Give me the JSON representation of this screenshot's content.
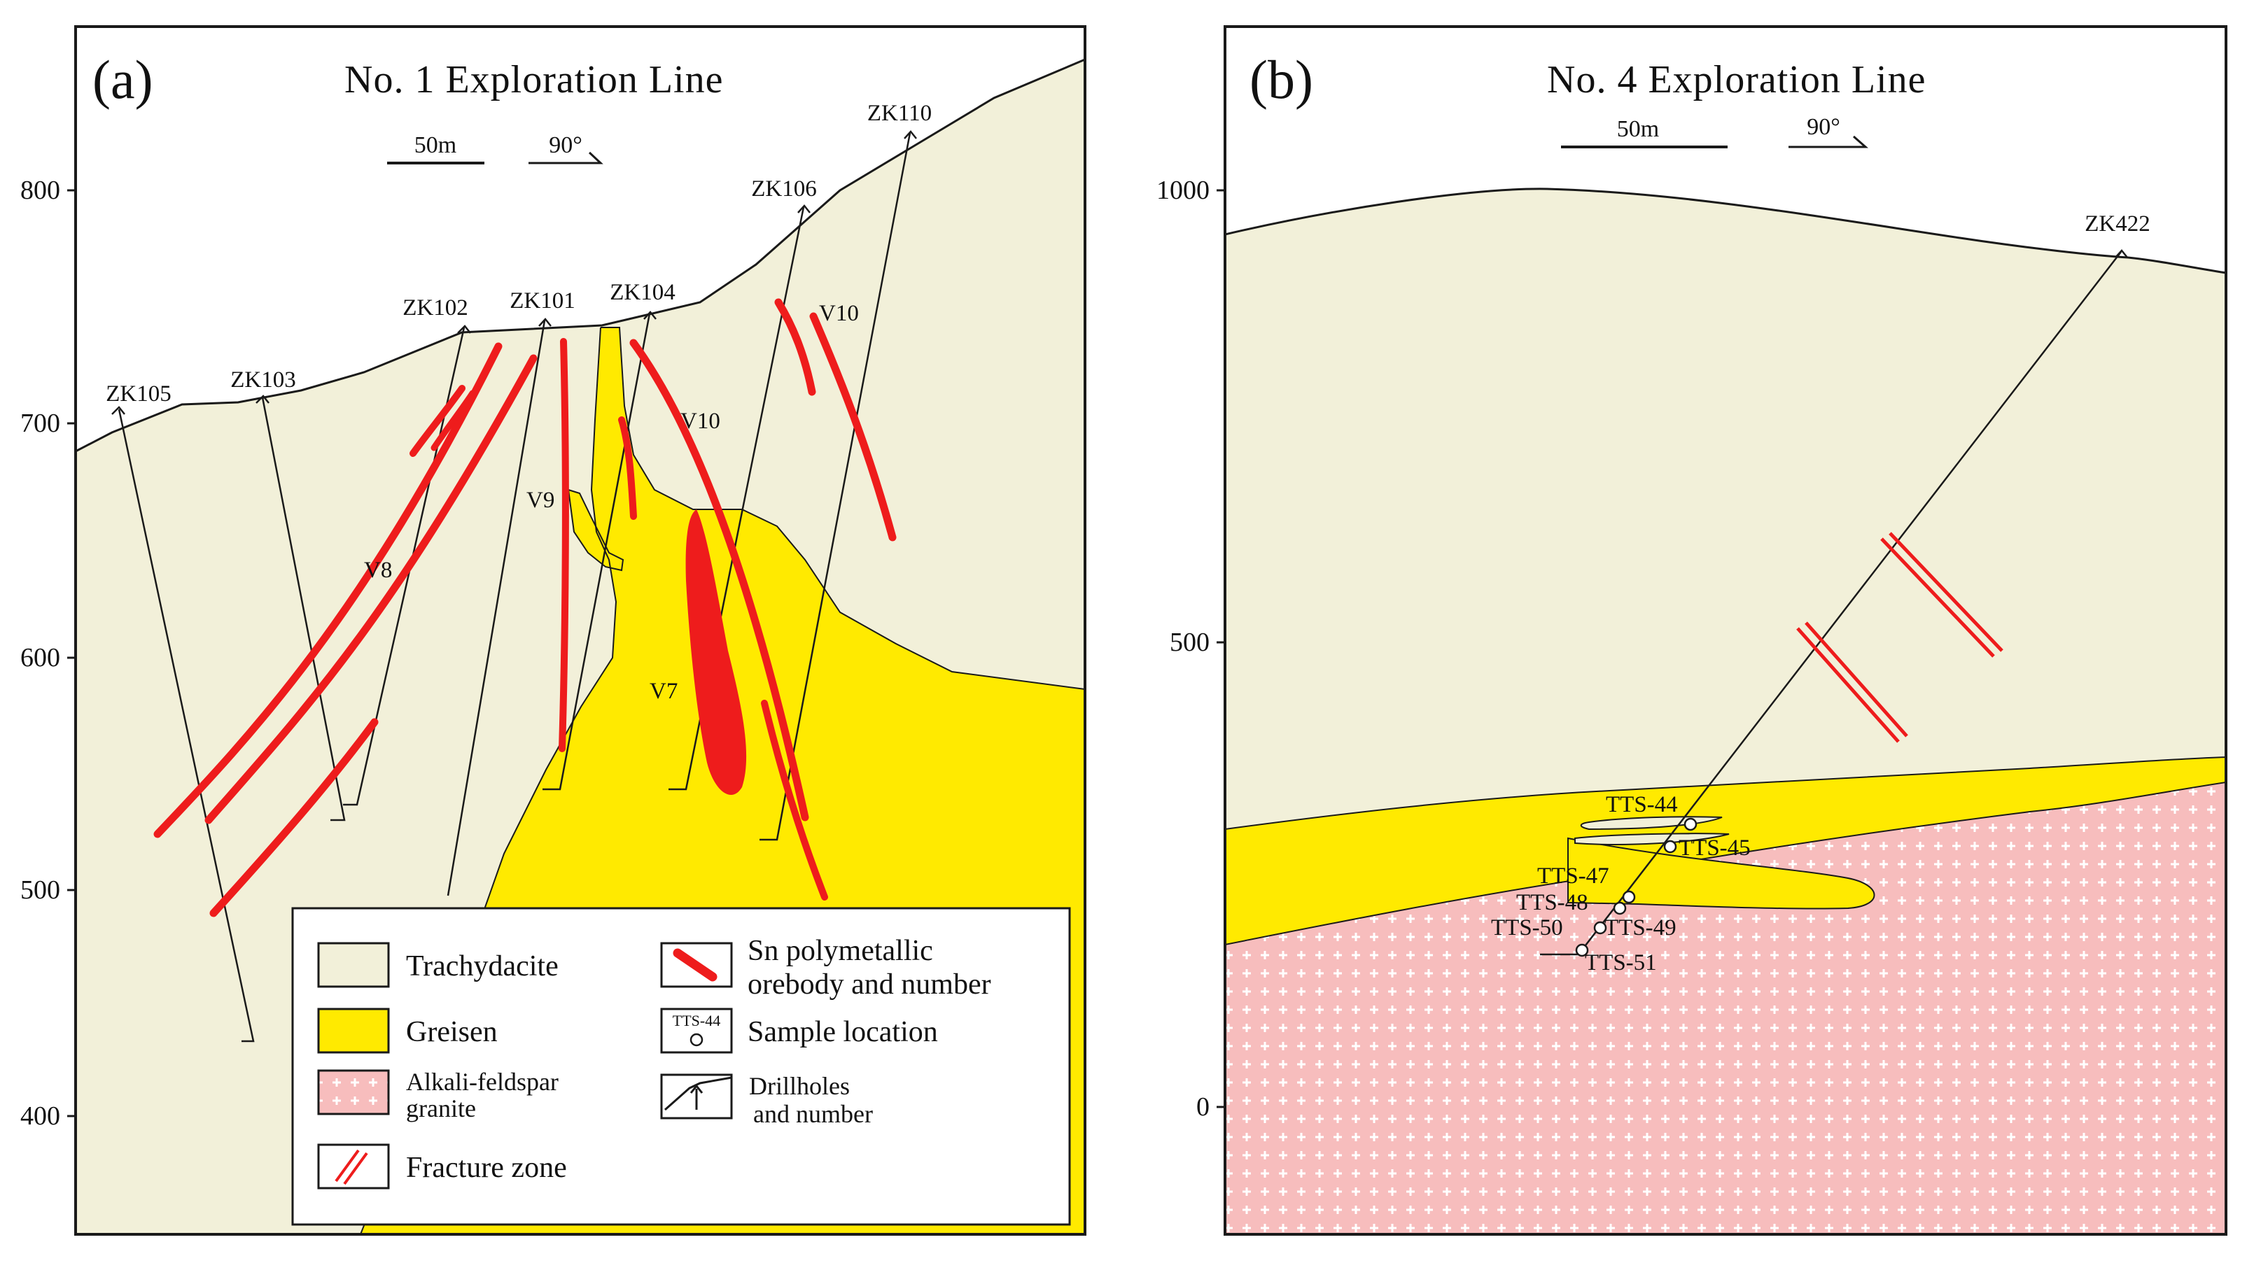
{
  "colors": {
    "trachydacite": "#f2f0d9",
    "greisen": "#ffea00",
    "granite": "#f7bdbd",
    "granite_cross": "#ffffff",
    "orebody": "#ee1c1c",
    "line": "#1a1a1a"
  },
  "panel_a": {
    "letter": "(a)",
    "title": "No. 1 Exploration Line",
    "scale_label": "50m",
    "direction_label": "90°",
    "y_ticks": [
      "800",
      "700",
      "600",
      "500",
      "400"
    ],
    "drillholes": [
      "ZK105",
      "ZK103",
      "ZK102",
      "ZK101",
      "ZK104",
      "ZK106",
      "ZK110"
    ],
    "vein_labels": [
      "V8",
      "V9",
      "V10",
      "V10",
      "V7"
    ],
    "legend": {
      "trachydacite": "Trachydacite",
      "greisen": "Greisen",
      "granite_line1": "Alkali-feldspar",
      "granite_line2": "granite",
      "fracture": "Fracture zone",
      "orebody_line1": "Sn polymetallic",
      "orebody_line2": "orebody and number",
      "sample_symbol_text": "TTS-44",
      "sample": "Sample location",
      "drill_line1": "Drillholes",
      "drill_line2": "and number"
    }
  },
  "panel_b": {
    "letter": "(b)",
    "title": "No. 4 Exploration Line",
    "scale_label": "50m",
    "direction_label": "90°",
    "y_ticks": [
      "1000",
      "500",
      "0"
    ],
    "drillholes": [
      "ZK422"
    ],
    "samples": [
      "TTS-44",
      "TTS-45",
      "TTS-47",
      "TTS-48",
      "TTS-49",
      "TTS-50",
      "TTS-51"
    ]
  }
}
